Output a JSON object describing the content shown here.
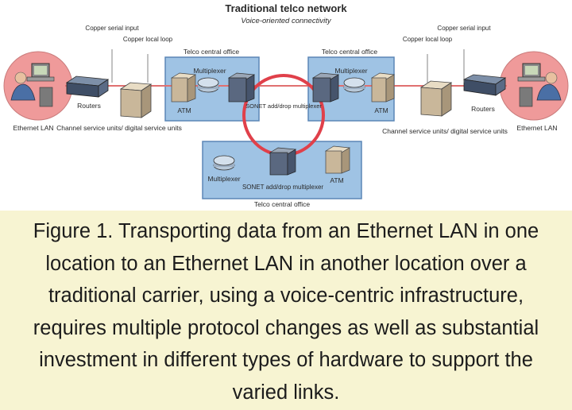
{
  "title": "Traditional telco network",
  "subtitle": "Voice-oriented connectivity",
  "colors": {
    "panel": "#9fc3e4",
    "panel_edge": "#5b86b6",
    "ring": "#e0404a",
    "link": "#e07070",
    "halo": "#ef9a9a",
    "caption_bg": "#f7f4d2"
  },
  "labels": {
    "ethernet_left": "Ethernet LAN",
    "ethernet_right": "Ethernet LAN",
    "router_left": "Routers",
    "router_right": "Routers",
    "copper_serial_left": "Copper serial input",
    "copper_local_left": "Copper local loop",
    "copper_serial_right": "Copper serial input",
    "copper_local_right": "Copper local loop",
    "channel_left": "Channel service units/ digital service units",
    "channel_right": "Channel service units/ digital service units",
    "office_left": "Telco central office",
    "office_right": "Telco central office",
    "office_bottom": "Telco central office",
    "mux_left": "Multiplexer",
    "mux_right": "Multiplexer",
    "mux_bottom": "Multiplexer",
    "atm_left": "ATM",
    "atm_right": "ATM",
    "atm_bottom": "ATM",
    "sonet_ring": "SONET add/drop multiplexer",
    "sonet_bottom": "SONET add/drop multiplexer"
  },
  "caption": "Figure 1. Transporting data from an Ethernet LAN in one location to an Ethernet LAN in another location over a traditional carrier, using a voice-centric infrastructure, requires multiple protocol changes as well as substantial investment in different types of hardware to support the varied links."
}
